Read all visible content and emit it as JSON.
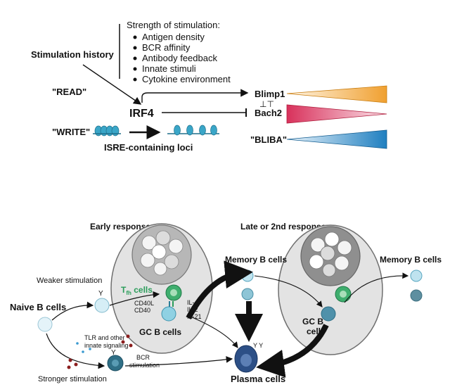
{
  "top": {
    "strength_title": "Strength of stimulation:",
    "strength_items": [
      "Antigen density",
      "BCR affinity",
      "Antibody feedback",
      "Innate stimuli",
      "Cytokine environment"
    ],
    "stimulation_history": "Stimulation history",
    "read": "\"READ\"",
    "write": "\"WRITE\"",
    "irf4": "IRF4",
    "isre": "ISRE-containing loci",
    "blimp1": "Blimp1",
    "bach2": "Bach2",
    "bliba": "\"BLIBA\"",
    "inhibit_symbol": "⊥⊤",
    "colors": {
      "orange": "#f0a030",
      "red": "#d8315b",
      "blue": "#1f7fc0",
      "dna": "#3aa6c8"
    }
  },
  "bottom": {
    "early_response": "Early response",
    "late_response": "Late or 2nd response",
    "memory_b_cells": "Memory B cells",
    "weaker_stimulation": "Weaker stimulation",
    "naive_b_cells": "Naive B cells",
    "tfh_main": "T",
    "tfh_sub": "fh",
    "tfh_suffix": " cells",
    "cd40l": "CD40L",
    "cd40": "CD40",
    "il4": "IL-4",
    "il2": "IL-2",
    "il21": "IL-21",
    "gc_b_cells": "GC B cells",
    "gc_b": "GC B",
    "cell": "cell",
    "tlr_line1": "TLR and other",
    "tlr_line2": "innate signaling",
    "bcr_line1": "BCR",
    "bcr_line2": "stimulation",
    "stronger_stimulation": "Stronger stimulation",
    "plasma_cells": "Plasma cells",
    "colors": {
      "tfh": "#2a9d5a",
      "follicle": "#e3e3e3",
      "follicle_dark": "#bdbdbd"
    }
  }
}
